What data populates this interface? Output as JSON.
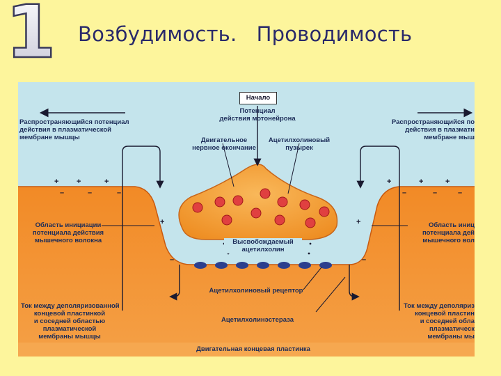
{
  "slide": {
    "number": "1",
    "title": "Возбудимость.   Проводимость"
  },
  "diagram": {
    "start_label": "Начало",
    "motor_neuron_ap": "Потенциал\nдействия мотонейрона",
    "propagating_ap_left": "Распространяющийся потенциал\nдействия в плазматической\nмембране мышцы",
    "propagating_ap_right": "Распространяющийся по\nдействия в плазмати\nмембране мыш",
    "motor_nerve_ending": "Двигательное\nнервное окончание",
    "ach_vesicle": "Ацетилхолиновый\nпузырек",
    "ap_initiation_left": "Область инициации\nпотенциала действия\nмышечного волокна",
    "ap_initiation_right": "Область иниц\nпотенциала дей\nмышечного вол",
    "released_ach": "Высвобождаемый\nацетилхолин",
    "ach_receptor": "Ацетилхолиновый рецептор",
    "current_left": "Ток между деполяризованной\nконцевой пластинкой\nи соседней областью\nплазматической\nмембраны мышцы",
    "current_right": "Ток между деполяриз\nконцевой пластин\nи соседней обла\nплазматическ\nмембраны мы",
    "acetylcholinesterase": "Ацетилхолинэстераза",
    "motor_end_plate": "Двигательная концевая пластинка",
    "plus_sign": "+",
    "minus_sign": "–",
    "colors": {
      "background": "#fdf59c",
      "extracellular": "#bfe3ec",
      "muscle": "#f07a1a",
      "terminal": "#f6a53a",
      "receptor": "#2c3f8e",
      "title": "#2a2a6a"
    }
  }
}
